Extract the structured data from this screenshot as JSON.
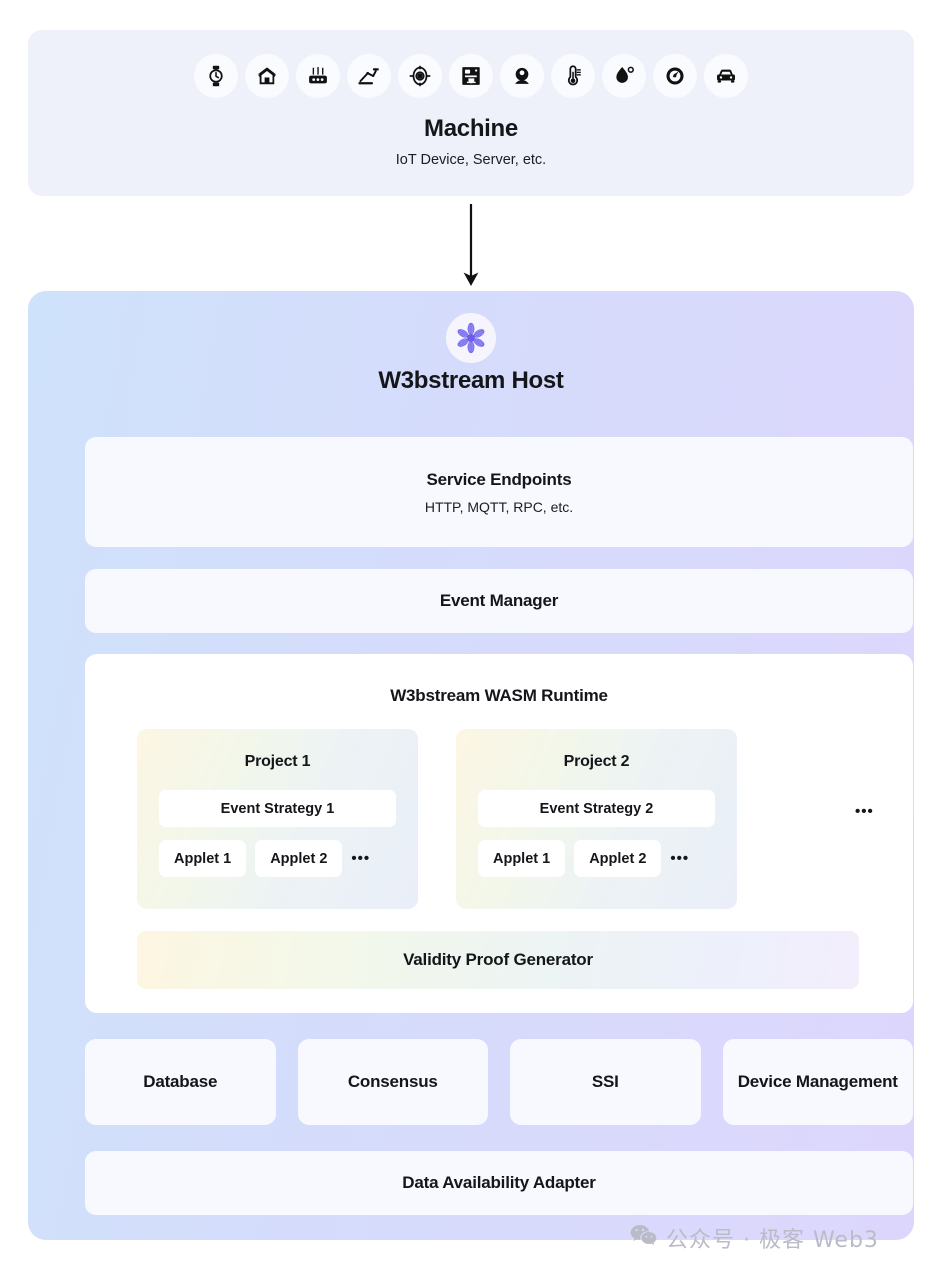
{
  "machine": {
    "title": "Machine",
    "subtitle": "IoT Device, Server, etc.",
    "icons": [
      "smartwatch-icon",
      "home-icon",
      "router-icon",
      "robot-arm-icon",
      "sensor-target-icon",
      "coffee-machine-icon",
      "webcam-icon",
      "thermometer-icon",
      "humidity-drop-icon",
      "gauge-icon",
      "car-icon"
    ]
  },
  "flow": {
    "arrow": "down-arrow-icon"
  },
  "host": {
    "logo": "w3bstream-flower-logo",
    "title": "W3bstream Host",
    "service_endpoints": {
      "title": "Service Endpoints",
      "subtitle": "HTTP, MQTT, RPC, etc."
    },
    "event_manager": {
      "title": "Event Manager"
    },
    "wasm_runtime": {
      "title": "W3bstream WASM Runtime",
      "projects": [
        {
          "title": "Project 1",
          "strategy": "Event Strategy 1",
          "applets": [
            "Applet 1",
            "Applet 2"
          ],
          "applets_more": "•••"
        },
        {
          "title": "Project 2",
          "strategy": "Event Strategy 2",
          "applets": [
            "Applet 1",
            "Applet 2"
          ],
          "applets_more": "•••"
        }
      ],
      "projects_more": "•••",
      "validity_proof": "Validity Proof Generator"
    },
    "services": [
      "Database",
      "Consensus",
      "SSI",
      "Device Management"
    ],
    "da_adapter": {
      "title": "Data Availability Adapter"
    }
  },
  "watermark": {
    "icon": "wechat-icon",
    "text": "公众号 · 极客 Web3"
  },
  "colors": {
    "machine_panel": "#eef1fa",
    "host_gradient_start": "#cfe2fb",
    "host_gradient_end": "#ddd6fc",
    "card_bg": "#f7f9fe",
    "logo_purple": "#7b6ff0",
    "text": "#15161a",
    "watermark": "#b9bcc6"
  }
}
